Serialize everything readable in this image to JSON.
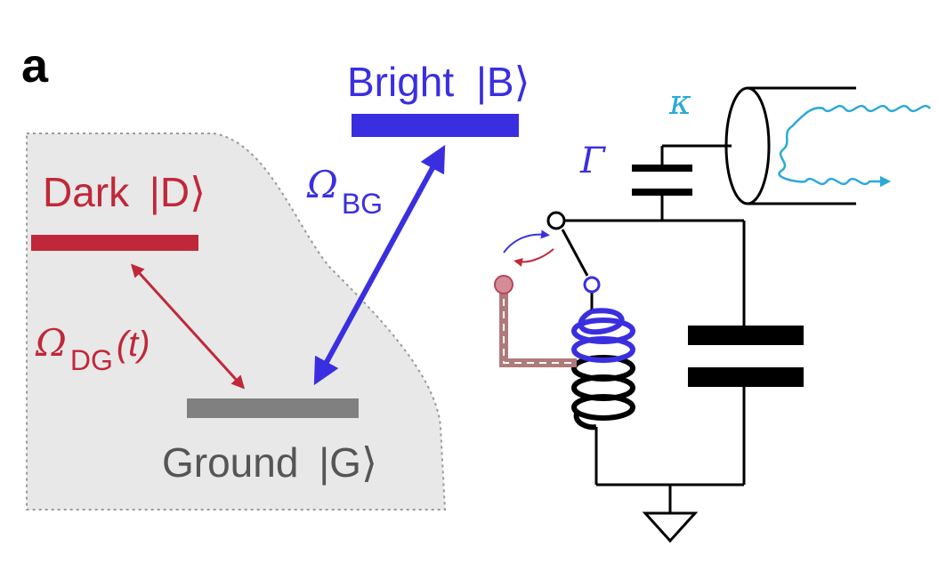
{
  "panel": {
    "label": "a"
  },
  "colors": {
    "dark": "#c0283a",
    "bright": "#3a2fe0",
    "ground": "#808080",
    "ground_text": "#555555",
    "cavity": "#2aa9d8",
    "circuit": "#000000",
    "junction_path": "#b07a7a",
    "shade": "#e8e8e8",
    "shade_border": "#9a9a9a"
  },
  "levels": {
    "bright": {
      "name": "Bright",
      "ket": "|B⟩"
    },
    "dark": {
      "name": "Dark",
      "ket": "|D⟩"
    },
    "ground": {
      "name": "Ground",
      "ket": "|G⟩"
    }
  },
  "couplings": {
    "bg": {
      "symbol": "Ω",
      "subscript": "BG"
    },
    "dg": {
      "symbol": "Ω",
      "subscript": "DG",
      "suffix": "(t)"
    }
  },
  "circuit": {
    "decay_label": "Γ",
    "cavity_label": "κ"
  }
}
